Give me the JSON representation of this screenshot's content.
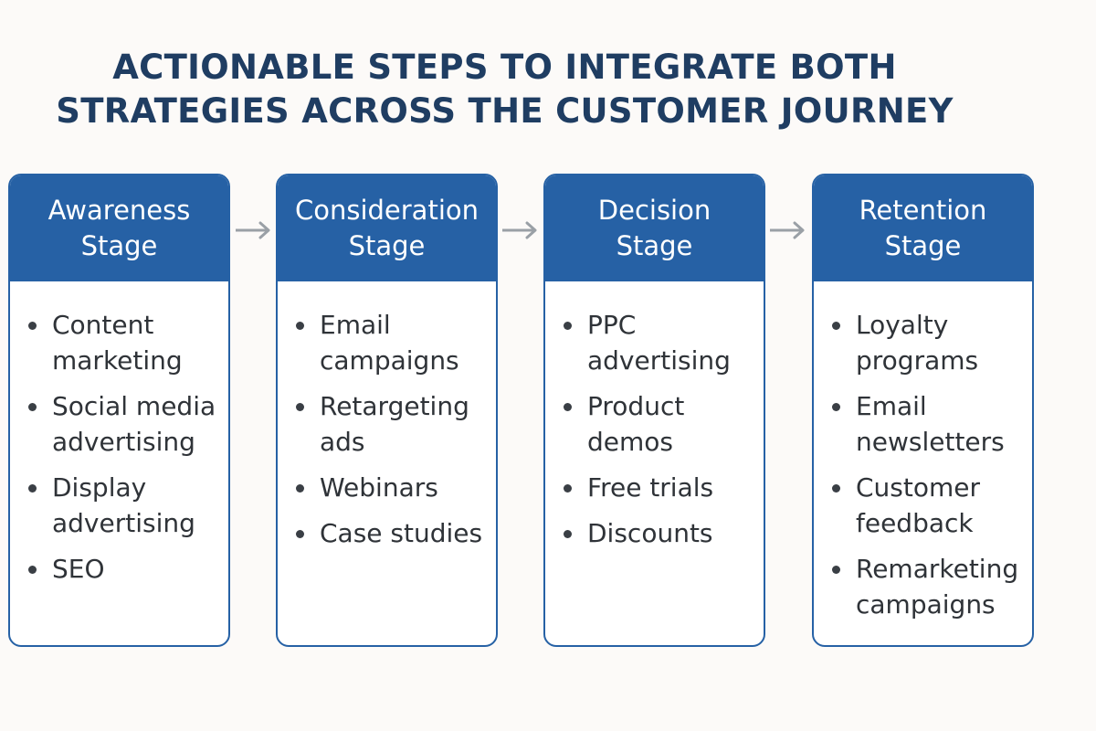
{
  "title": {
    "line1": "ACTIONABLE STEPS TO INTEGRATE BOTH",
    "line2": "STRATEGIES ACROSS THE CUSTOMER JOURNEY"
  },
  "colors": {
    "title": "#1f3d62",
    "header_bg": "#2661a5",
    "header_text": "#ffffff",
    "body_text": "#2f3338",
    "arrow": "#9aa0a6",
    "background": "#fcfaf8"
  },
  "stages": [
    {
      "header": [
        "Awareness",
        "Stage"
      ],
      "items": [
        [
          "Content",
          "marketing"
        ],
        [
          "Social media",
          "advertising"
        ],
        [
          "Display",
          "advertising"
        ],
        [
          "SEO"
        ]
      ]
    },
    {
      "header": [
        "Consideration",
        "Stage"
      ],
      "items": [
        [
          "Email",
          "campaigns"
        ],
        [
          "Retargeting",
          "ads"
        ],
        [
          "Webinars"
        ],
        [
          "Case studies"
        ]
      ]
    },
    {
      "header": [
        "Decision",
        "Stage"
      ],
      "items": [
        [
          "PPC",
          "advertising"
        ],
        [
          "Product",
          "demos"
        ],
        [
          "Free trials"
        ],
        [
          "Discounts"
        ]
      ]
    },
    {
      "header": [
        "Retention",
        "Stage"
      ],
      "items": [
        [
          "Loyalty",
          "programs"
        ],
        [
          "Email",
          "newsletters"
        ],
        [
          "Customer",
          "feedback"
        ],
        [
          "Remarketing",
          "campaigns"
        ]
      ]
    }
  ]
}
